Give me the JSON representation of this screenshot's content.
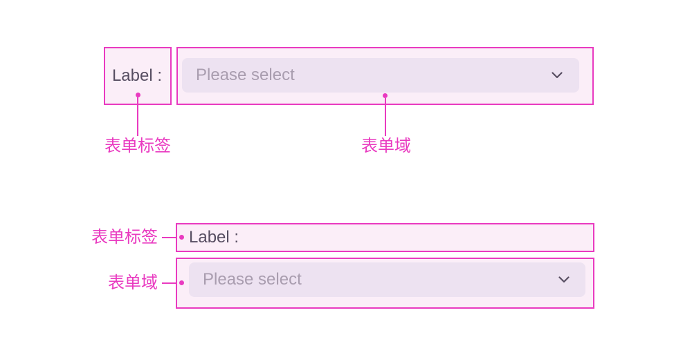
{
  "colors": {
    "accent": "#E93AC0",
    "spec_box_background": "#FBEEF8",
    "select_background": "#EDE2F1",
    "form_label_text": "#574E62",
    "placeholder_text": "#A99DAF",
    "chevron": "#584E62",
    "canvas_background": "#FFFFFF"
  },
  "horizontal_form": {
    "label": "Label :",
    "placeholder": "Please select",
    "annotation_label": "表单标签",
    "annotation_field": "表单域"
  },
  "vertical_form": {
    "label": "Label :",
    "placeholder": "Please select",
    "annotation_label": "表单标签",
    "annotation_field": "表单域"
  }
}
